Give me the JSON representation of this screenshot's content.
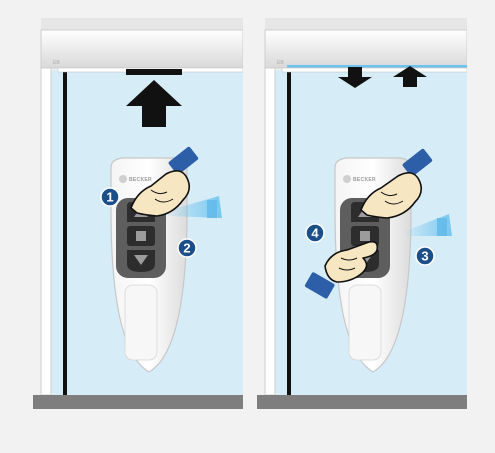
{
  "colors": {
    "background": "#f2f2f2",
    "window_glass": "#d6ecf7",
    "floor": "#7e7e7e",
    "badge": "#1b4f8a",
    "arrow": "#111111",
    "light_beam": "#6cc3ef"
  },
  "remote": {
    "brand": "BECKER",
    "buttons": [
      "up-button",
      "stop-button",
      "down-button"
    ]
  },
  "panels": [
    {
      "id": "left",
      "arrows": [
        "up"
      ],
      "steps": [
        {
          "number": "1",
          "position": "left-of-remote"
        },
        {
          "number": "2",
          "position": "right-of-remote"
        }
      ]
    },
    {
      "id": "right",
      "arrows": [
        "down",
        "up"
      ],
      "steps": [
        {
          "number": "4",
          "position": "left-of-remote"
        },
        {
          "number": "3",
          "position": "right-of-remote"
        }
      ]
    }
  ]
}
